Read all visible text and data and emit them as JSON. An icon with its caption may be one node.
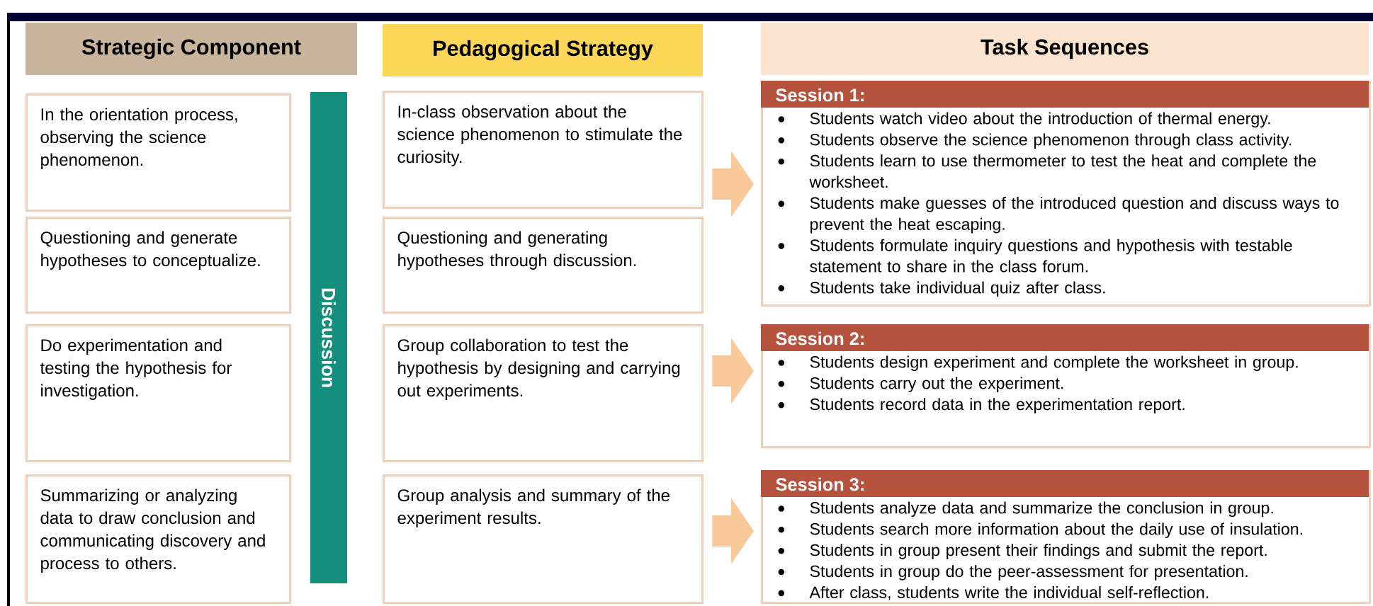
{
  "diagram": {
    "nodes": [
      {
        "text": [
          "Strategic Component"
        ]
      },
      {
        "text": [
          "Pedagogical Strategy"
        ]
      },
      {
        "text": [
          "Task Sequences"
        ]
      },
      {
        "text": [
          "In the orientation process, observing the science phenomenon."
        ]
      },
      {
        "text": [
          "Questioning and generate hypotheses to conceptualize."
        ]
      },
      {
        "text": [
          "Do experimentation and testing the hypothesis for investigation."
        ]
      },
      {
        "text": [
          "Summarizing or analyzing data to draw conclusion and communicating discovery and process to others."
        ]
      },
      {
        "text": [
          "Discussion"
        ]
      },
      {
        "text": [
          "In-class observation about the science phenomenon to stimulate the curiosity."
        ]
      },
      {
        "text": [
          "Questioning and generating hypotheses through discussion."
        ]
      },
      {
        "text": [
          "Group collaboration to test the hypothesis by designing and carrying out experiments."
        ]
      },
      {
        "text": [
          "Group analysis and summary of the experiment results."
        ]
      },
      {
        "text": [
          "Session 1:",
          "Students watch video about the introduction of thermal energy.",
          "Students observe the science phenomenon through class activity.",
          "Students learn to use thermometer to test the heat and complete the worksheet.",
          "Students make guesses of the introduced question and discuss ways to prevent the heat escaping.",
          "Students formulate inquiry questions and hypothesis with testable statement to share in the class forum.",
          "Students take individual quiz after class."
        ]
      },
      {
        "text": [
          "Session 2:",
          "Students design experiment and complete the worksheet in group.",
          "Students carry out the experiment.",
          "Students record data in the experimentation report."
        ]
      },
      {
        "text": [
          "Session 3:",
          "Students analyze data and summarize the conclusion in group.",
          "Students search more information about the daily use of insulation.",
          "Students in group present their findings and submit the report.",
          "Students in group do the peer-assessment for presentation.",
          "After class, students write the individual self-reflection."
        ]
      }
    ],
    "edges": [
      {
        "from": 8,
        "to": 12,
        "arrow": "to"
      },
      {
        "from": 10,
        "to": 13,
        "arrow": "to"
      },
      {
        "from": 11,
        "to": 14,
        "arrow": "to"
      }
    ]
  }
}
